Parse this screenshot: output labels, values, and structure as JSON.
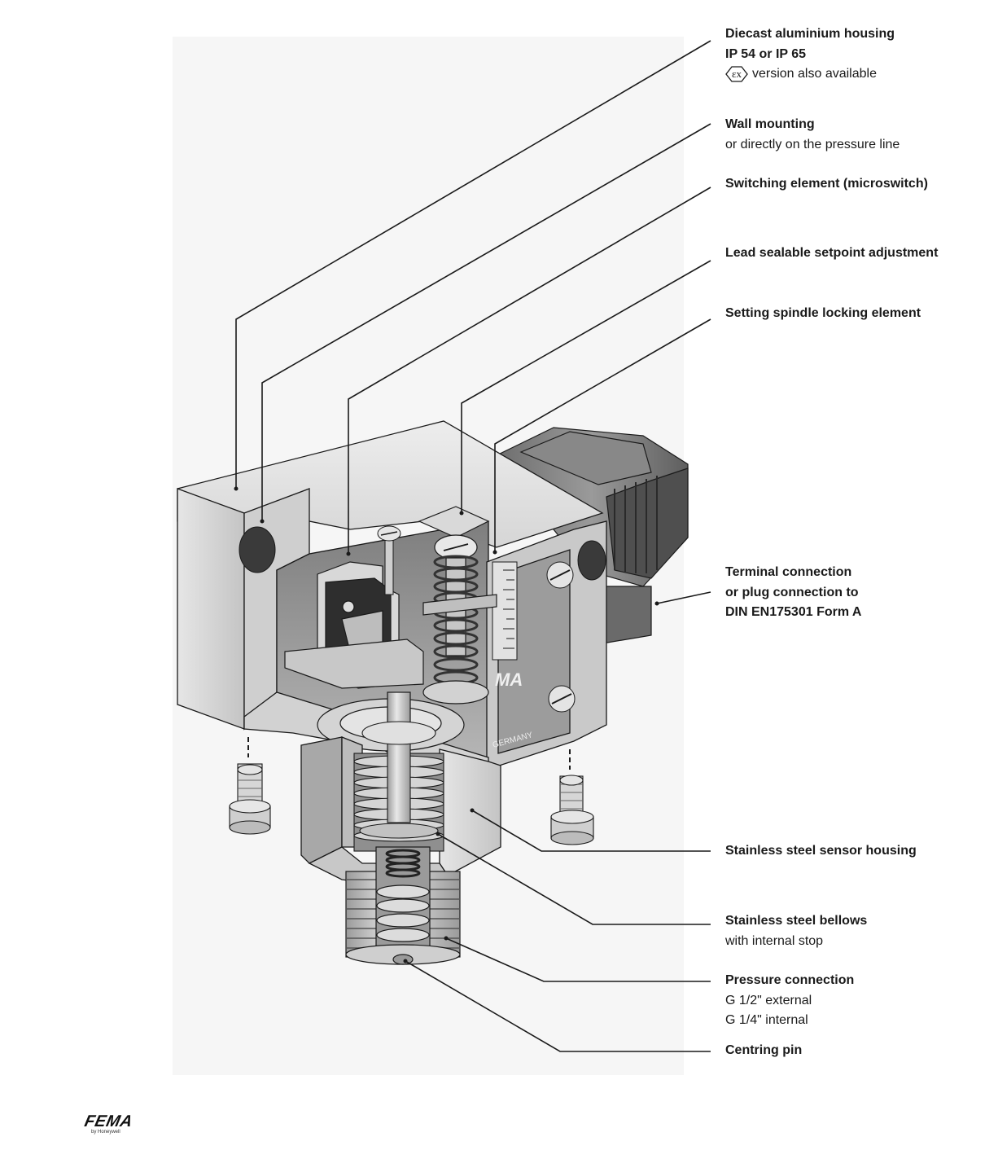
{
  "labels": {
    "housing": {
      "line1": "Diecast aluminium housing",
      "line2": "IP 54 or IP 65",
      "ex_symbol": "εx",
      "line3": "version also available"
    },
    "mounting": {
      "line1": "Wall mounting",
      "line2": "or directly on the pressure line"
    },
    "switching": {
      "line1": "Switching element (microswitch)"
    },
    "setpoint": {
      "line1": "Lead sealable setpoint adjustment"
    },
    "spindle": {
      "line1": "Setting spindle locking element"
    },
    "terminal": {
      "line1": "Terminal connection",
      "line2": "or plug connection to",
      "line3": "DIN EN175301 Form A"
    },
    "sensor_housing": {
      "line1": "Stainless steel sensor housing"
    },
    "bellows": {
      "line1": "Stainless steel bellows",
      "line2": "with internal stop"
    },
    "pressure": {
      "line1": "Pressure connection",
      "line2": "G 1/2\" external",
      "line3": "G 1/4\" internal"
    },
    "centring": {
      "line1": "Centring pin"
    }
  },
  "device_marking": {
    "brand_fragment": "MA",
    "country": "GERMANY"
  },
  "logo": {
    "name": "FEMA",
    "sub": "by Honeywell"
  },
  "colors": {
    "line": "#1a1a1a",
    "metal_light": "#dcdcdc",
    "metal_mid": "#bdbdbd",
    "metal_dark": "#8a8a8a",
    "background_panel": "#f4f4f4"
  }
}
